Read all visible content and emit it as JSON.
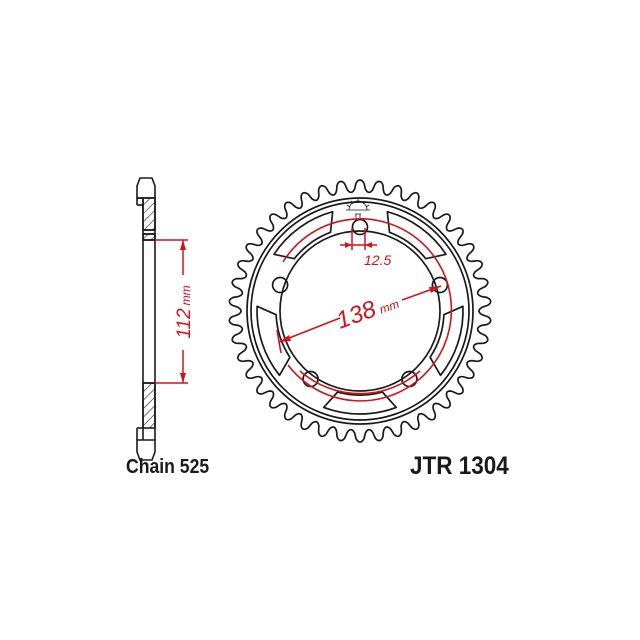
{
  "diagram": {
    "type": "technical-drawing",
    "subject": "rear sprocket",
    "colors": {
      "outline": "#1a1a1a",
      "dimension": "#d0141c",
      "background": "#ffffff"
    },
    "side_view": {
      "dimension_value": "112",
      "dimension_unit": "mm"
    },
    "front_view": {
      "teeth_count": 42,
      "bolt_holes": 5,
      "pcd_value": "138",
      "pcd_unit": "mm",
      "bolt_hole_dimension": "12.5"
    }
  },
  "labels": {
    "chain": "Chain 525",
    "part_number": "JTR 1304"
  }
}
